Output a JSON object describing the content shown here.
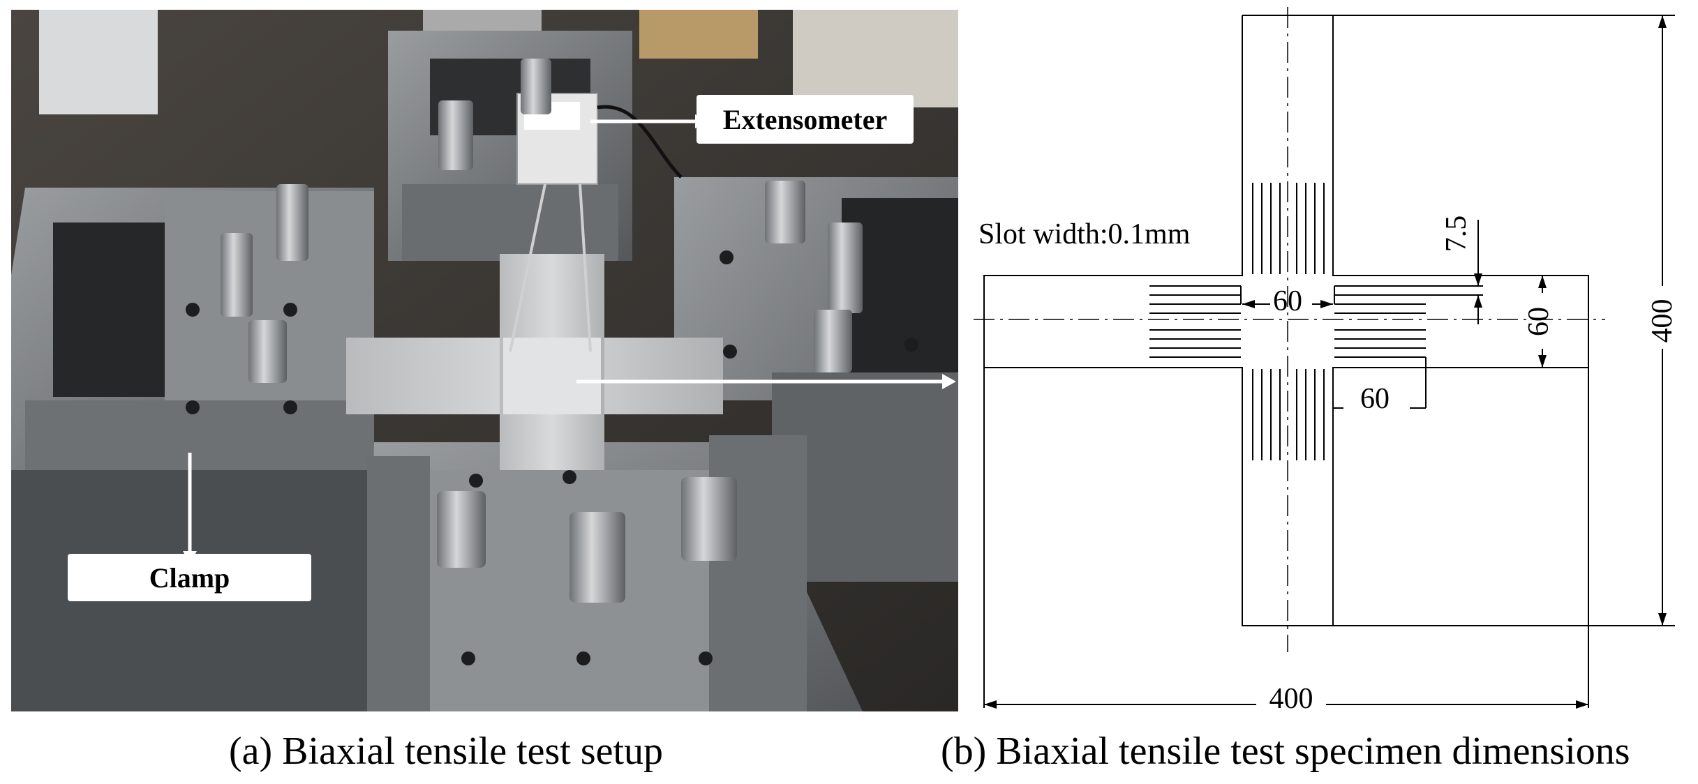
{
  "panel_a": {
    "callouts": {
      "extensometer": "Extensometer",
      "clamp": "Clamp"
    },
    "caption": "(a) Biaxial tensile test setup"
  },
  "panel_b": {
    "slot_note": "Slot width:0.1mm",
    "dimensions": {
      "top_right_small": "7.5",
      "slot_length_horizontal": "60",
      "arm_width": "60",
      "slot_length_vertical": "60",
      "total_height": "400",
      "total_width": "400"
    },
    "caption": "(b) Biaxial tensile test specimen dimensions"
  },
  "colors": {
    "steel_dark": "#3b3d3f",
    "steel_light": "#8e9194",
    "line": "#000000",
    "arrow_white": "#ffffff"
  }
}
